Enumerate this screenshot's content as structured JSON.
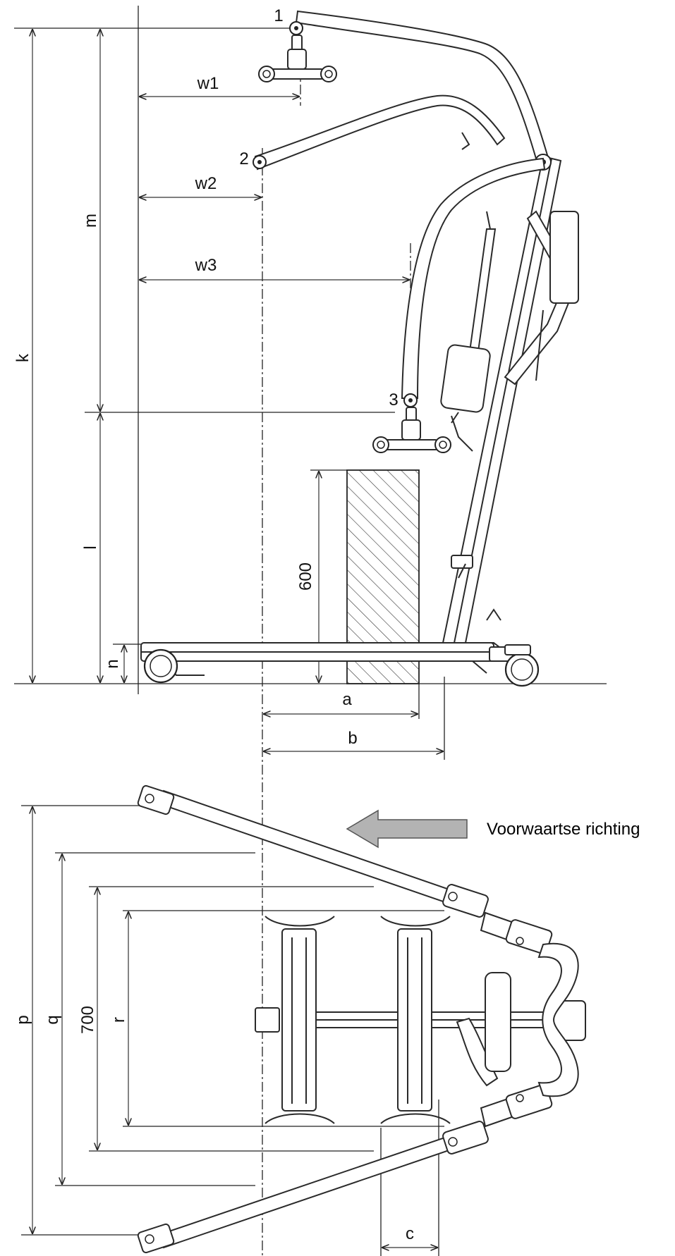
{
  "labels": {
    "p1": "1",
    "p2": "2",
    "p3": "3",
    "w1": "w1",
    "w2": "w2",
    "w3": "w3",
    "k": "k",
    "m": "m",
    "l": "l",
    "n": "n",
    "h600": "600",
    "a": "a",
    "b": "b",
    "p": "p",
    "q": "q",
    "r": "r",
    "h700": "700",
    "c": "c"
  },
  "direction_label": "Voorwaartse richting",
  "colors": {
    "arrow_fill": "#b3b3b3",
    "line": "#222222"
  },
  "icons": {
    "direction": "left-arrow-icon"
  }
}
